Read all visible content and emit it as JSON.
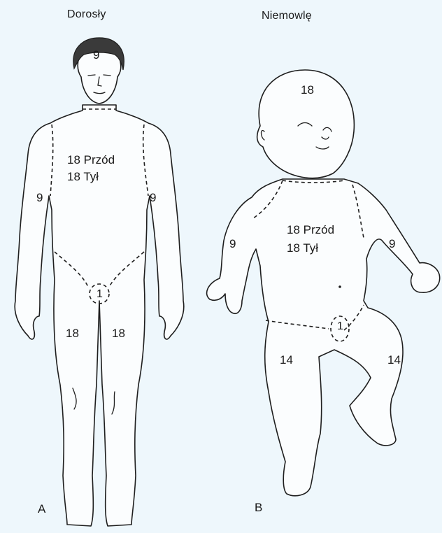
{
  "panels": [
    {
      "title": "Dorosły",
      "letter": "A",
      "regions": {
        "head": "9",
        "trunk": [
          "18 Przód",
          "18 Tył"
        ],
        "arm_left": "9",
        "arm_right": "9",
        "groin": "1",
        "leg_left": "18",
        "leg_right": "18"
      }
    },
    {
      "title": "Niemowlę",
      "letter": "B",
      "regions": {
        "head": "18",
        "trunk": [
          "18 Przód",
          "18 Tył"
        ],
        "arm_left": "9",
        "arm_right": "9",
        "groin": "1",
        "leg_left": "14",
        "leg_right": "14"
      }
    }
  ]
}
